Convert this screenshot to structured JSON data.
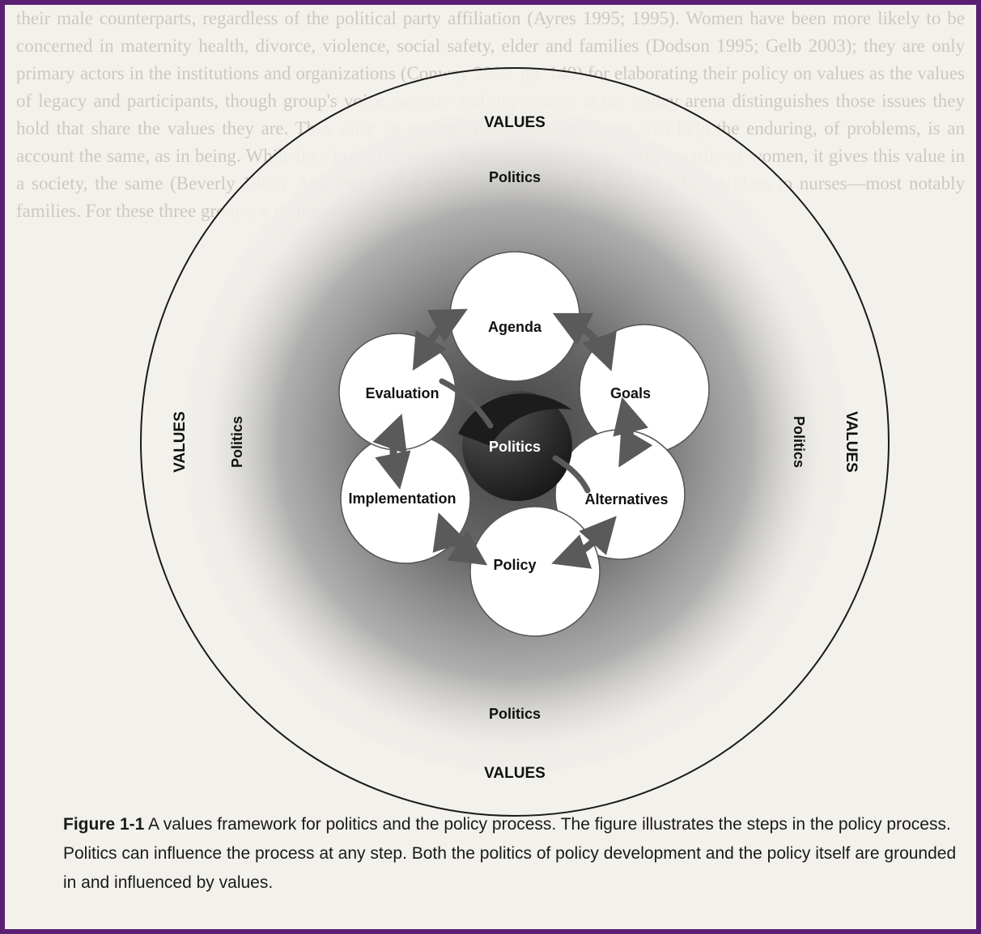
{
  "diagram": {
    "outer_label_top": "VALUES",
    "outer_label_bottom": "VALUES",
    "outer_label_left": "VALUES",
    "outer_label_right": "VALUES",
    "ring_label_top": "Politics",
    "ring_label_bottom": "Politics",
    "ring_label_left": "Politics",
    "ring_label_right": "Politics",
    "center_label": "Politics",
    "steps": {
      "agenda": "Agenda",
      "goals": "Goals",
      "alternatives": "Alternatives",
      "policy": "Policy",
      "implementation": "Implementation",
      "evaluation": "Evaluation"
    }
  },
  "caption": {
    "figure_number": "Figure 1-1",
    "text": " A values framework for politics and the policy process. The figure illustrates the steps in the policy process. Politics can influence the process at any step. Both the politics of policy development and the policy itself are grounded in and influenced by values."
  },
  "background_text": [
    "their male counterparts, regardless of the political party affiliation (Ayres 1995; 1995). Women have been more likely to be concerned in maternity health, divorce, violence, social safety, elder and families (Dodson 1995; Gelb 2003); they are only primary actors in the institutions and organizations (Conway 2000, pp. 149) for elaborating their policy on values as the values of legacy and participants, though group's voice, activity and importance in the policy arena distinguishes those issues they hold that share the values they are. They raise an evident, non-supported factor, that help the enduring, of problems, is an account the same, as in being. While they bring the value of groups being composed primarily of women, it gives this value in a society, the same (Beverly 1987). And then others would share the value of caring for children to nurses—most notably families. For these three groups, a caring model is the values of wholeness, interdependence"
  ],
  "colors": {
    "frame": "#5a1f73",
    "paper": "#f3f1ec",
    "halo": "#6b6b6b",
    "center_disc": "#2a2a2a",
    "arrow": "#6a6a6a"
  }
}
